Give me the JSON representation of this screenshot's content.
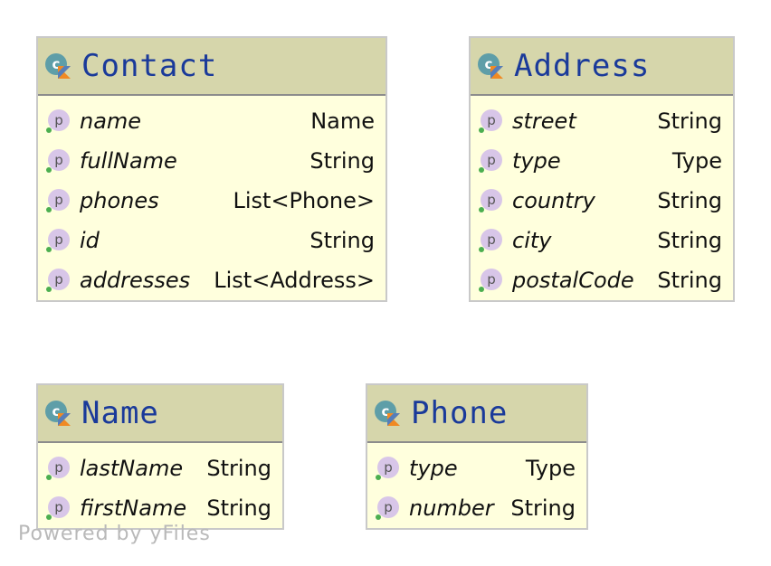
{
  "classes": {
    "contact": {
      "title": "Contact",
      "properties": [
        {
          "name": "name",
          "type": "Name"
        },
        {
          "name": "fullName",
          "type": "String"
        },
        {
          "name": "phones",
          "type": "List<Phone>"
        },
        {
          "name": "id",
          "type": "String"
        },
        {
          "name": "addresses",
          "type": "List<Address>"
        }
      ]
    },
    "address": {
      "title": "Address",
      "properties": [
        {
          "name": "street",
          "type": "String"
        },
        {
          "name": "type",
          "type": "Type"
        },
        {
          "name": "country",
          "type": "String"
        },
        {
          "name": "city",
          "type": "String"
        },
        {
          "name": "postalCode",
          "type": "String"
        }
      ]
    },
    "name": {
      "title": "Name",
      "properties": [
        {
          "name": "lastName",
          "type": "String"
        },
        {
          "name": "firstName",
          "type": "String"
        }
      ]
    },
    "phone": {
      "title": "Phone",
      "properties": [
        {
          "name": "type",
          "type": "Type"
        },
        {
          "name": "number",
          "type": "String"
        }
      ]
    }
  },
  "property_icon_letter": "p",
  "watermark": "Powered by yFiles",
  "colors": {
    "header_bg": "#d6d6ab",
    "body_bg": "#ffffdd",
    "title_text": "#1a3a9a",
    "property_icon_fill": "#d8c6e8",
    "visibility_dot": "#4caf50"
  },
  "icons": {
    "class_icon": "kotlin-class-icon",
    "property_icon": "property-icon"
  }
}
